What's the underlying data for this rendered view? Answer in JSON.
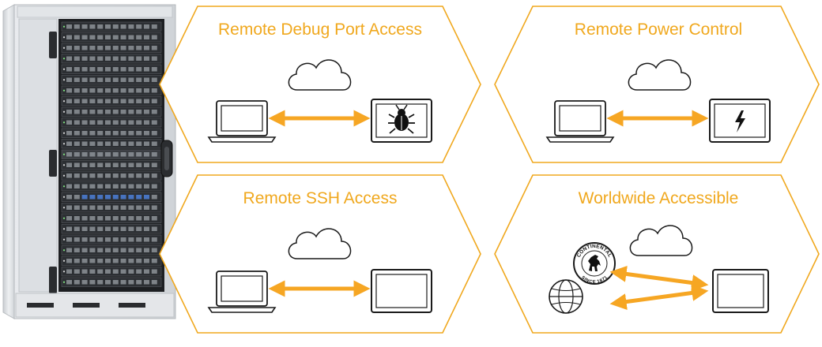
{
  "colors": {
    "accent": "#f0a81e",
    "arrow": "#f6a623",
    "outline": "#1a1a1a",
    "rack_frame": "#dfe2e5",
    "rack_inner": "#1d1f22"
  },
  "panels": [
    {
      "title": "Remote Debug Port Access",
      "device_icon": "bug-icon",
      "arrow": "bidirectional"
    },
    {
      "title": "Remote Power Control",
      "device_icon": "lightning-bolt-icon",
      "arrow": "bidirectional"
    },
    {
      "title": "Remote SSH Access",
      "device_icon": "none",
      "arrow": "bidirectional"
    },
    {
      "title": "Worldwide Accessible",
      "device_icon": "none",
      "arrow": "two-way-angled"
    }
  ],
  "logo": {
    "top_text": "CONTINENTAL",
    "bottom_text": "SINCE 1871",
    "icon": "rearing-horse-icon"
  },
  "icons": {
    "cloud": "cloud-icon",
    "laptop": "laptop-icon",
    "globe": "globe-icon",
    "device": "monitor-device-icon",
    "rack": "server-rack-icon"
  }
}
